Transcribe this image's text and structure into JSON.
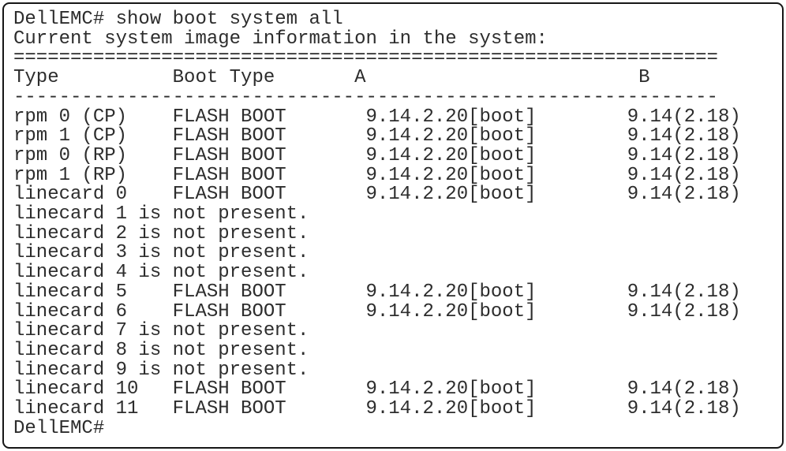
{
  "colors": {
    "background": "#ffffff",
    "text": "#2d2d2d",
    "border": "#161616"
  },
  "terminal": {
    "prompt": "DellEMC#",
    "command": "show boot system all",
    "info": "Current system image information in the system:",
    "lines": [
      "DellEMC# show boot system all",
      "Current system image information in the system:",
      "==============================================================",
      "Type          Boot Type       A                        B",
      "--------------------------------------------------------------",
      "rpm 0 (CP)    FLASH BOOT       9.14.2.20[boot]        9.14(2.18)",
      "rpm 1 (CP)    FLASH BOOT       9.14.2.20[boot]        9.14(2.18)",
      "rpm 0 (RP)    FLASH BOOT       9.14.2.20[boot]        9.14(2.18)",
      "rpm 1 (RP)    FLASH BOOT       9.14.2.20[boot]        9.14(2.18)",
      "linecard 0    FLASH BOOT       9.14.2.20[boot]        9.14(2.18)",
      "linecard 1 is not present.",
      "linecard 2 is not present.",
      "linecard 3 is not present.",
      "linecard 4 is not present.",
      "linecard 5    FLASH BOOT       9.14.2.20[boot]        9.14(2.18)",
      "linecard 6    FLASH BOOT       9.14.2.20[boot]        9.14(2.18)",
      "linecard 7 is not present.",
      "linecard 8 is not present.",
      "linecard 9 is not present.",
      "linecard 10   FLASH BOOT       9.14.2.20[boot]        9.14(2.18)",
      "linecard 11   FLASH BOOT       9.14.2.20[boot]        9.14(2.18)",
      "DellEMC#"
    ],
    "table": {
      "headers": [
        "Type",
        "Boot Type",
        "A",
        "B"
      ],
      "rows": [
        {
          "type": "rpm 0 (CP)",
          "boot_type": "FLASH BOOT",
          "a": "9.14.2.20[boot]",
          "b": "9.14(2.18)"
        },
        {
          "type": "rpm 1 (CP)",
          "boot_type": "FLASH BOOT",
          "a": "9.14.2.20[boot]",
          "b": "9.14(2.18)"
        },
        {
          "type": "rpm 0 (RP)",
          "boot_type": "FLASH BOOT",
          "a": "9.14.2.20[boot]",
          "b": "9.14(2.18)"
        },
        {
          "type": "rpm 1 (RP)",
          "boot_type": "FLASH BOOT",
          "a": "9.14.2.20[boot]",
          "b": "9.14(2.18)"
        },
        {
          "type": "linecard 0",
          "boot_type": "FLASH BOOT",
          "a": "9.14.2.20[boot]",
          "b": "9.14(2.18)"
        },
        {
          "type": "linecard 1",
          "status": "is not present."
        },
        {
          "type": "linecard 2",
          "status": "is not present."
        },
        {
          "type": "linecard 3",
          "status": "is not present."
        },
        {
          "type": "linecard 4",
          "status": "is not present."
        },
        {
          "type": "linecard 5",
          "boot_type": "FLASH BOOT",
          "a": "9.14.2.20[boot]",
          "b": "9.14(2.18)"
        },
        {
          "type": "linecard 6",
          "boot_type": "FLASH BOOT",
          "a": "9.14.2.20[boot]",
          "b": "9.14(2.18)"
        },
        {
          "type": "linecard 7",
          "status": "is not present."
        },
        {
          "type": "linecard 8",
          "status": "is not present."
        },
        {
          "type": "linecard 9",
          "status": "is not present."
        },
        {
          "type": "linecard 10",
          "boot_type": "FLASH BOOT",
          "a": "9.14.2.20[boot]",
          "b": "9.14(2.18)"
        },
        {
          "type": "linecard 11",
          "boot_type": "FLASH BOOT",
          "a": "9.14.2.20[boot]",
          "b": "9.14(2.18)"
        }
      ]
    }
  }
}
